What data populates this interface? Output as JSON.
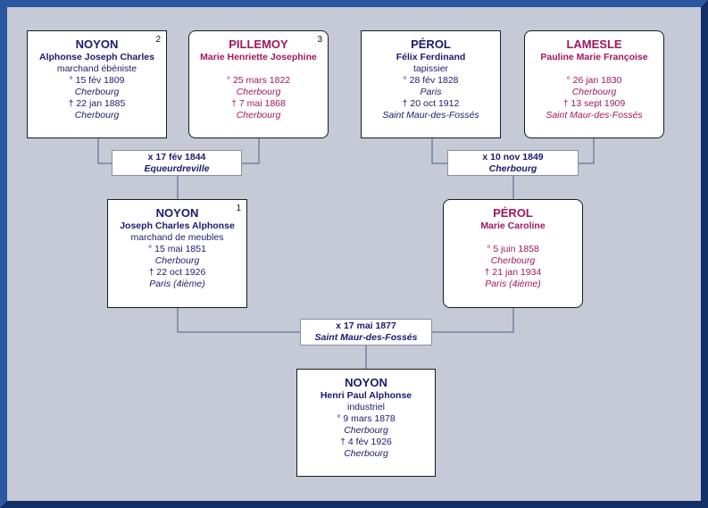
{
  "people": {
    "p2": {
      "number": "2",
      "surname": "NOYON",
      "given": "Alphonse Joseph Charles",
      "occupation": "marchand ébéniste",
      "birth": "° 15 fév 1809",
      "birth_place": "Cherbourg",
      "death": "† 22 jan 1885",
      "death_place": "Cherbourg"
    },
    "p3": {
      "number": "3",
      "surname": "PILLEMOY",
      "given": "Marie Henriette Josephine",
      "occupation": "",
      "birth": "° 25 mars 1822",
      "birth_place": "Cherbourg",
      "death": "† 7 mai 1868",
      "death_place": "Cherbourg"
    },
    "pA": {
      "surname": "PÉROL",
      "given": "Félix Ferdinand",
      "occupation": "tapissier",
      "birth": "° 28 fév 1828",
      "birth_place": "Paris",
      "death": "† 20 oct 1912",
      "death_place": "Saint Maur-des-Fossés"
    },
    "pB": {
      "surname": "LAMESLE",
      "given": "Pauline Marie Françoise",
      "occupation": "",
      "birth": "° 26 jan 1830",
      "birth_place": "Cherbourg",
      "death": "† 13 sept 1909",
      "death_place": "Saint Maur-des-Fossés"
    },
    "p1": {
      "number": "1",
      "surname": "NOYON",
      "given": "Joseph Charles Alphonse",
      "occupation": "marchand de meubles",
      "birth": "° 15 mai 1851",
      "birth_place": "Cherbourg",
      "death": "† 22 oct 1926",
      "death_place": "Paris (4ième)"
    },
    "pC": {
      "surname": "PÉROL",
      "given": "Marie Caroline",
      "occupation": "",
      "birth": "° 5 juin 1858",
      "birth_place": "Cherbourg",
      "death": "† 21 jan 1934",
      "death_place": "Paris (4ième)"
    },
    "p0": {
      "surname": "NOYON",
      "given": "Henri Paul Alphonse",
      "occupation": "industriel",
      "birth": "° 9 mars 1878",
      "birth_place": "Cherbourg",
      "death": "† 4 fév 1926",
      "death_place": "Cherbourg"
    }
  },
  "marriages": {
    "m1": {
      "date": "x 17 fév 1844",
      "place": "Equeurdreville"
    },
    "m2": {
      "date": "x 10 nov 1849",
      "place": "Cherbourg"
    },
    "m3": {
      "date": "x 17 mai 1877",
      "place": "Saint Maur-des-Fossés"
    }
  },
  "colors": {
    "male_text": "#1a1a6e",
    "female_text": "#a3165e",
    "background": "#c6c9d6",
    "frame": "#1f4688"
  }
}
